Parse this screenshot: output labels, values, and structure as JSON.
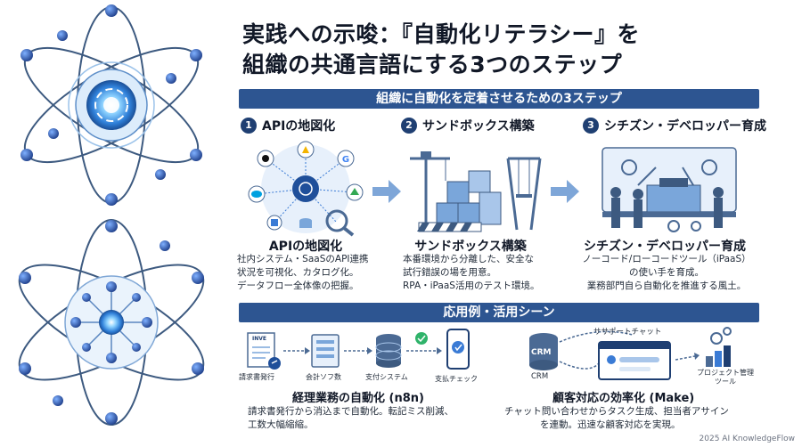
{
  "title": {
    "line1": "実践への示唆：『自動化リテラシー』を",
    "line2": "組織の共通言語にする3つのステップ"
  },
  "steps_banner": "組織に自動化を定着させるための3ステップ",
  "steps": [
    {
      "number": "1",
      "heading": "APIの地図化",
      "title": "APIの地図化",
      "desc": [
        "社内システム・SaaSのAPI連携",
        "状況を可視化、カタログ化。",
        "データフロー全体像の把握。"
      ]
    },
    {
      "number": "2",
      "heading": "サンドボックス構築",
      "title": "サンドボックス構築",
      "desc": [
        "本番環境から分離した、安全な",
        "試行錯誤の場を用意。",
        "RPA・iPaaS活用のテスト環境。"
      ]
    },
    {
      "number": "3",
      "heading": "シチズン・デベロッパー育成",
      "title": "シチズン・デベロッパー育成",
      "desc": [
        "ノーコード/ローコードツール（iPaaS）",
        "の使い手を育成。",
        "業務部門自ら自動化を推進する風土。"
      ]
    }
  ],
  "usecases_banner": "応用例・活用シーン",
  "usecase_accounting": {
    "invoice_doc": "INVE",
    "labels": [
      "請求書発行",
      "会計ソフ数",
      "支付システム",
      "支払チェック"
    ],
    "title": "経理業務の自動化 (n8n)",
    "desc": [
      "請求書発行から消込まで自動化。転記ミス削減、",
      "工数大幅縮縮。"
    ]
  },
  "usecase_support": {
    "crm_label": "CRM",
    "crm_caption": "CRM",
    "chat_label": "ササポートチャット",
    "pm_label": [
      "プロジェクト管理",
      "ツール"
    ],
    "title": "顧客対応の効率化 (Make)",
    "desc": [
      "チャット問い合わせからタスク生成、担当者アサイン",
      "を連動。迅速な顧客対応を実現。"
    ]
  },
  "footer": "2025 AI KnowledgeFlow",
  "colors": {
    "banner": "#2d5591",
    "accent_blue": "#3a7bd5",
    "dark_navy": "#1f3f72",
    "orbit": "#3d5a80"
  }
}
